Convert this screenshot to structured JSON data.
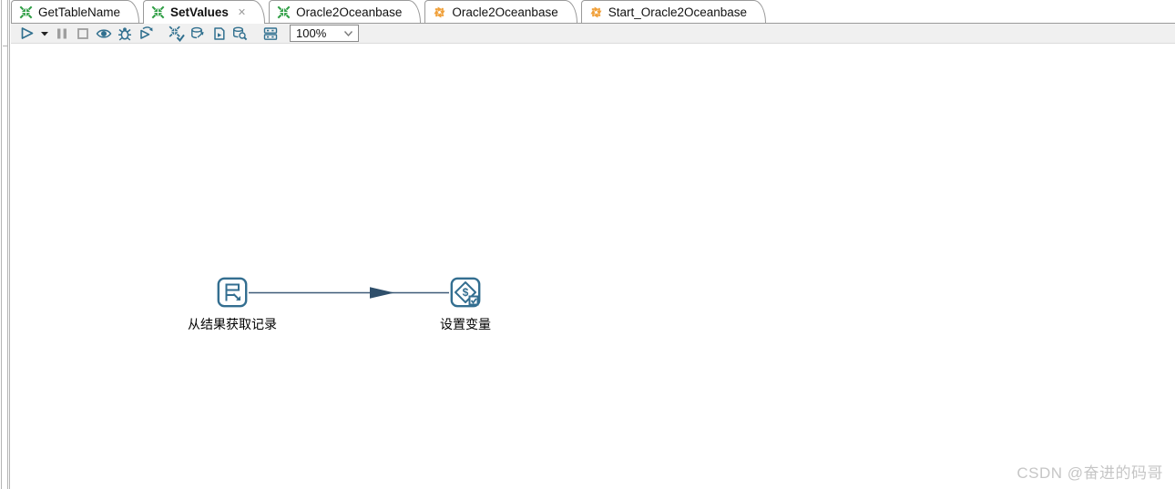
{
  "tabs": [
    {
      "label": "GetTableName",
      "icon": "transformation-icon",
      "active": false
    },
    {
      "label": "SetValues",
      "icon": "transformation-icon",
      "active": true,
      "close_glyph": "✕"
    },
    {
      "label": "Oracle2Oceanbase",
      "icon": "transformation-icon",
      "active": false
    },
    {
      "label": "Oracle2Oceanbase",
      "icon": "job-icon",
      "active": false
    },
    {
      "label": "Start_Oracle2Oceanbase",
      "icon": "job-icon",
      "active": false
    }
  ],
  "toolbar": {
    "zoom_value": "100%",
    "buttons": [
      {
        "name": "run-button"
      },
      {
        "name": "run-options-caret"
      },
      {
        "name": "pause-button"
      },
      {
        "name": "stop-button"
      },
      {
        "name": "preview-button"
      },
      {
        "name": "debug-button"
      },
      {
        "name": "replay-button"
      },
      {
        "name": "verify-transformation-button"
      },
      {
        "name": "impact-analysis-button"
      },
      {
        "name": "generate-sql-button"
      },
      {
        "name": "explore-database-button"
      },
      {
        "name": "show-execution-results-button"
      }
    ]
  },
  "canvas": {
    "steps": [
      {
        "label": "从结果获取记录",
        "icon": "get-rows-from-result-icon"
      },
      {
        "label": "设置变量",
        "icon": "set-variables-icon"
      }
    ],
    "hop": {
      "from": "从结果获取记录",
      "to": "设置变量"
    }
  },
  "watermark": "CSDN @奋进的码哥",
  "colors": {
    "accent_steel_blue": "#31708f",
    "transformation_green": "#2f9e45",
    "job_orange": "#f0a03a",
    "hop_line": "#3e5a78",
    "toolbar_bg": "#f0f0f0",
    "tab_border": "#9a9a9a",
    "watermark_gray": "#c6c6c6"
  }
}
